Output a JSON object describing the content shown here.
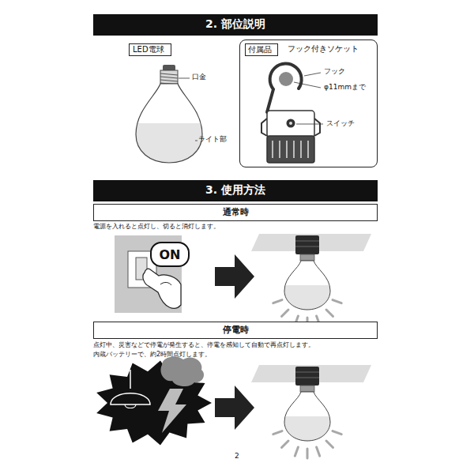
{
  "diagram": {
    "nodes": [
      {
        "text": [
          "2. 部位説明"
        ]
      },
      {
        "text": [
          "LED電球"
        ]
      },
      {
        "text": [
          "フック付きソケット"
        ]
      },
      {
        "text": [
          "付属品"
        ],
        "in": 2
      },
      {
        "text": [
          "3. 使用方法"
        ]
      },
      {
        "text": [
          "通常時"
        ]
      },
      {
        "text": [
          "ON"
        ]
      },
      {
        "text": [
          "停電時"
        ]
      }
    ],
    "labels": [
      "口金",
      "ライト部",
      "フック",
      "φ11mmまで",
      "スイッチ",
      "電源を入れると点灯し、切ると消灯します。",
      "点灯中、災害などで停電が発生すると、停電を感知して自動で再点灯します。",
      "内蔵バッテリーで、約2時間点灯します。",
      "2"
    ]
  }
}
